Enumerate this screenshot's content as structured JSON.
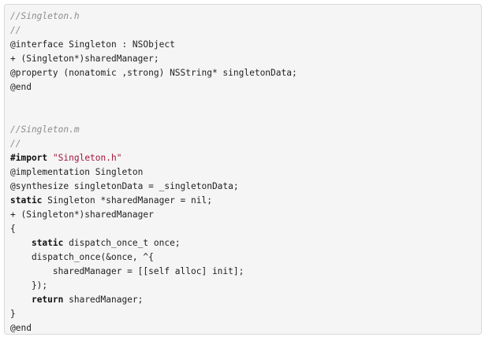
{
  "code_lines": [
    {
      "segments": [
        {
          "type": "comment",
          "text": "//Singleton.h"
        }
      ]
    },
    {
      "segments": [
        {
          "type": "comment",
          "text": "//"
        }
      ]
    },
    {
      "segments": [
        {
          "type": "plain",
          "text": "@interface Singleton : NSObject"
        }
      ]
    },
    {
      "segments": [
        {
          "type": "plain",
          "text": "+ (Singleton*)sharedManager;"
        }
      ]
    },
    {
      "segments": [
        {
          "type": "plain",
          "text": "@property (nonatomic ,strong) NSString* singletonData;"
        }
      ]
    },
    {
      "segments": [
        {
          "type": "plain",
          "text": "@end"
        }
      ]
    },
    {
      "segments": []
    },
    {
      "segments": []
    },
    {
      "segments": [
        {
          "type": "comment",
          "text": "//Singleton.m"
        }
      ]
    },
    {
      "segments": [
        {
          "type": "comment",
          "text": "//"
        }
      ]
    },
    {
      "segments": [
        {
          "type": "kw",
          "text": "#import"
        },
        {
          "type": "plain",
          "text": " "
        },
        {
          "type": "str",
          "text": "\"Singleton.h\""
        }
      ]
    },
    {
      "segments": [
        {
          "type": "plain",
          "text": "@implementation Singleton"
        }
      ]
    },
    {
      "segments": [
        {
          "type": "plain",
          "text": "@synthesize singletonData = _singletonData;"
        }
      ]
    },
    {
      "segments": [
        {
          "type": "kw",
          "text": "static"
        },
        {
          "type": "plain",
          "text": " Singleton *sharedManager = nil;"
        }
      ]
    },
    {
      "segments": [
        {
          "type": "plain",
          "text": "+ (Singleton*)sharedManager"
        }
      ]
    },
    {
      "segments": [
        {
          "type": "plain",
          "text": "{"
        }
      ]
    },
    {
      "segments": [
        {
          "type": "plain",
          "text": "    "
        },
        {
          "type": "kw",
          "text": "static"
        },
        {
          "type": "plain",
          "text": " dispatch_once_t once;"
        }
      ]
    },
    {
      "segments": [
        {
          "type": "plain",
          "text": "    dispatch_once(&once, ^{"
        }
      ]
    },
    {
      "segments": [
        {
          "type": "plain",
          "text": "        sharedManager = [[self alloc] init];"
        }
      ]
    },
    {
      "segments": [
        {
          "type": "plain",
          "text": "    });"
        }
      ]
    },
    {
      "segments": [
        {
          "type": "plain",
          "text": "    "
        },
        {
          "type": "kw",
          "text": "return"
        },
        {
          "type": "plain",
          "text": " sharedManager;"
        }
      ]
    },
    {
      "segments": [
        {
          "type": "plain",
          "text": "}"
        }
      ]
    },
    {
      "segments": [
        {
          "type": "plain",
          "text": "@end"
        }
      ]
    }
  ],
  "colors": {
    "background": "#f5f5f5",
    "border": "#d9d9d9",
    "comment": "#8a8f8a",
    "string": "#a3143c",
    "keyword": "#111111",
    "text": "#222222"
  }
}
